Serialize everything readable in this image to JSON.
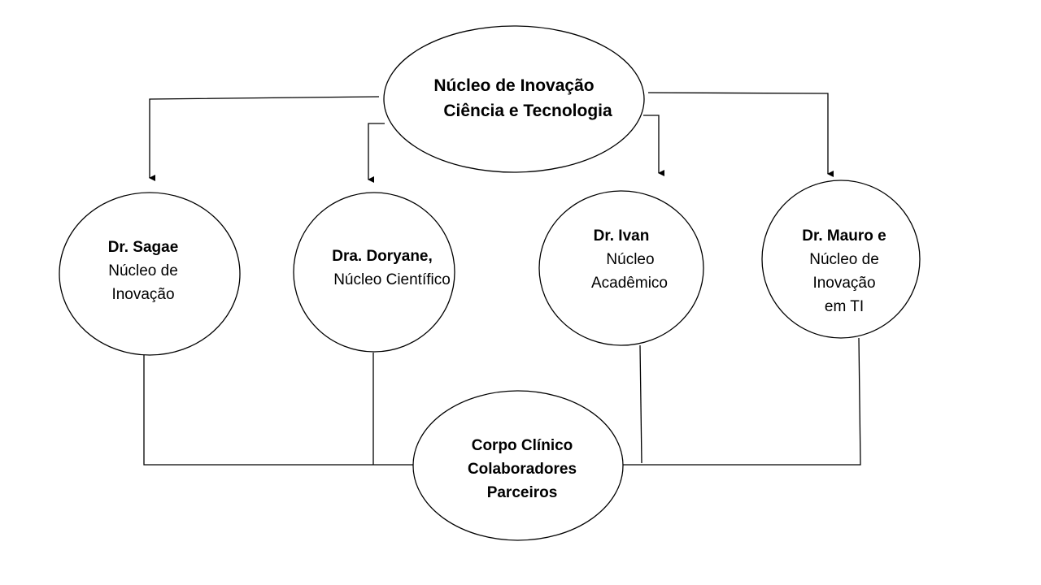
{
  "top_node": {
    "line1": "Núcleo de Inovação",
    "line2": "Ciência e Tecnologia"
  },
  "nodes": [
    {
      "bold": "Dr. Sagae",
      "line2": "Núcleo de",
      "line3": "Inovação",
      "line4": ""
    },
    {
      "bold": "Dra. Doryane,",
      "line2": "Núcleo Científico",
      "line3": "",
      "line4": ""
    },
    {
      "bold": "Dr. Ivan",
      "line2": "Núcleo",
      "line3": "Acadêmico",
      "line4": ""
    },
    {
      "bold": "Dr. Mauro e",
      "line2": "Núcleo de",
      "line3": "Inovação",
      "line4": "em TI"
    }
  ],
  "bottom_node": {
    "line1": "Corpo Clínico",
    "line2": "Colaboradores",
    "line3": "Parceiros"
  },
  "colors": {
    "stroke": "#000000",
    "background": "#ffffff"
  }
}
